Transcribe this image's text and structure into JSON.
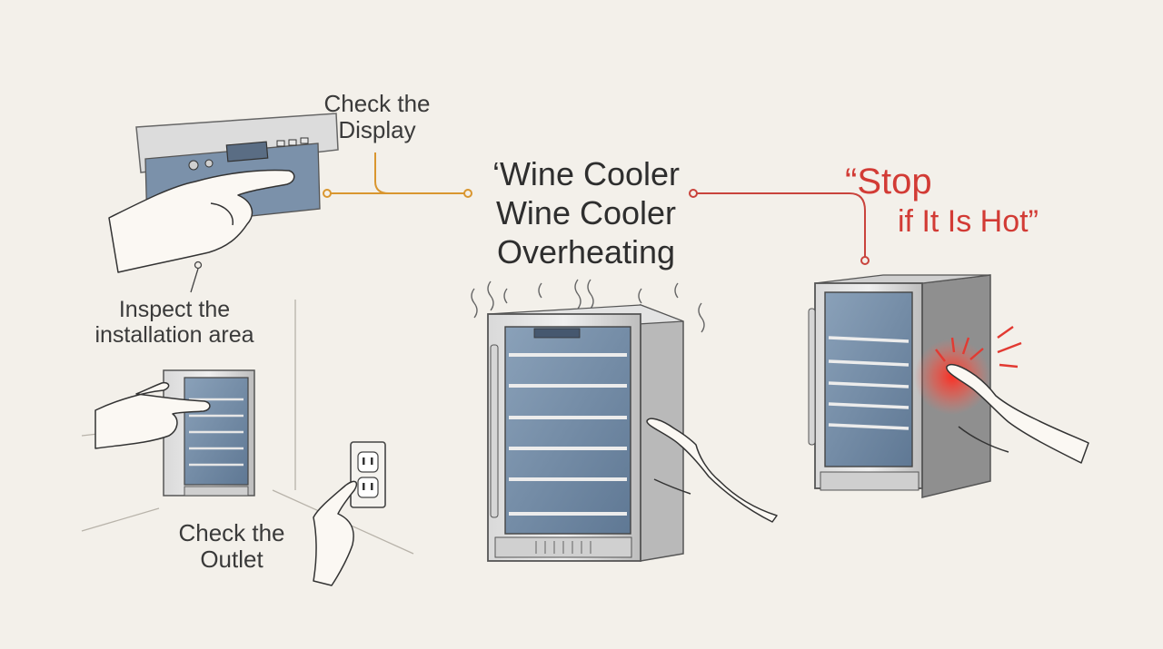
{
  "labels": {
    "check_display": [
      "Check the",
      "Display"
    ],
    "inspect_installation": [
      "Inspect the",
      "installation area"
    ],
    "check_outlet": [
      "Check the",
      "Outlet"
    ],
    "title": [
      "‘Wine Cooler",
      "Wine Cooler",
      "Overheating"
    ],
    "stop_hot": [
      "“Stop",
      "if It Is Hot”"
    ]
  },
  "colors": {
    "background": "#f3f0ea",
    "connector_orange": "#d9962f",
    "connector_red": "#c9433c",
    "glass_blue": "#6f8aa6",
    "steel": "#b9b9b9",
    "warning_red": "#e23a32",
    "ink": "#3a3a3a"
  }
}
